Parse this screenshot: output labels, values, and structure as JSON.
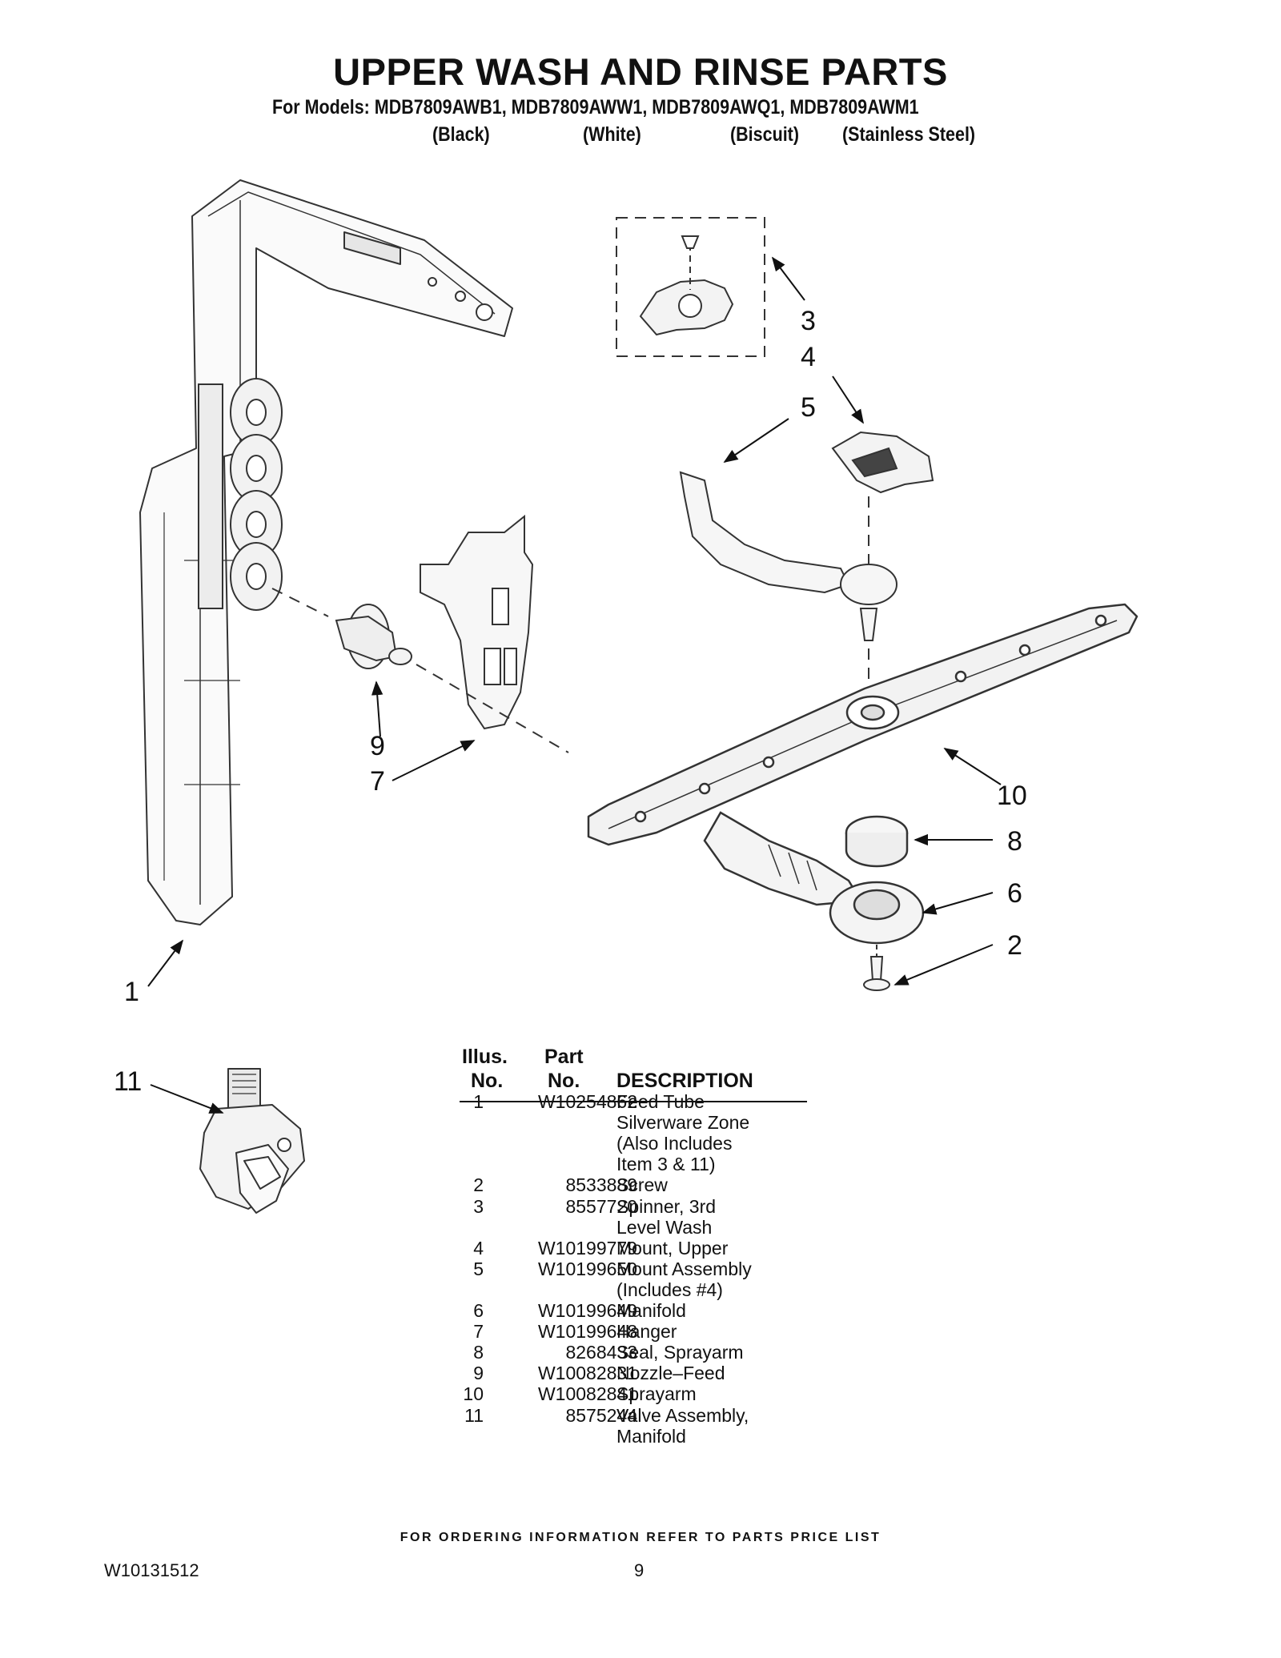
{
  "header": {
    "title": "UPPER WASH AND RINSE PARTS",
    "models_line": "For Models: MDB7809AWB1, MDB7809AWW1, MDB7809AWQ1, MDB7809AWM1",
    "colors": [
      "(Black)",
      "(White)",
      "(Biscuit)",
      "(Stainless Steel)"
    ]
  },
  "callouts": [
    "1",
    "2",
    "3",
    "4",
    "5",
    "6",
    "7",
    "8",
    "9",
    "10",
    "11"
  ],
  "parts_table": {
    "headers": {
      "illus_top": "Illus.",
      "illus_bottom": "No.",
      "part_top": "Part",
      "part_bottom": "No.",
      "description": "DESCRIPTION"
    },
    "rows": [
      {
        "illus": "1",
        "part": "W10254862",
        "desc": [
          "Feed Tube",
          "Silverware Zone",
          "(Also Includes",
          "Item 3 & 11)"
        ]
      },
      {
        "illus": "2",
        "part": "8533889",
        "desc": [
          "Screw"
        ]
      },
      {
        "illus": "3",
        "part": "8557720",
        "desc": [
          "Spinner, 3rd",
          "Level Wash"
        ]
      },
      {
        "illus": "4",
        "part": "W10199779",
        "desc": [
          "Mount, Upper"
        ]
      },
      {
        "illus": "5",
        "part": "W10199650",
        "desc": [
          "Mount Assembly",
          "(Includes #4)"
        ]
      },
      {
        "illus": "6",
        "part": "W10199649",
        "desc": [
          "Manifold"
        ]
      },
      {
        "illus": "7",
        "part": "W10199648",
        "desc": [
          "Hanger"
        ]
      },
      {
        "illus": "8",
        "part": "8268433",
        "desc": [
          "Seal, Sprayarm"
        ]
      },
      {
        "illus": "9",
        "part": "W10082831",
        "desc": [
          "Nozzle–Feed"
        ]
      },
      {
        "illus": "10",
        "part": "W10082841",
        "desc": [
          "Sprayarm"
        ]
      },
      {
        "illus": "11",
        "part": "8575244",
        "desc": [
          "Valve Assembly,",
          "Manifold"
        ]
      }
    ]
  },
  "footer": {
    "ordering_note": "FOR ORDERING INFORMATION REFER TO PARTS PRICE LIST",
    "doc_number": "W10131512",
    "page_number": "9"
  }
}
